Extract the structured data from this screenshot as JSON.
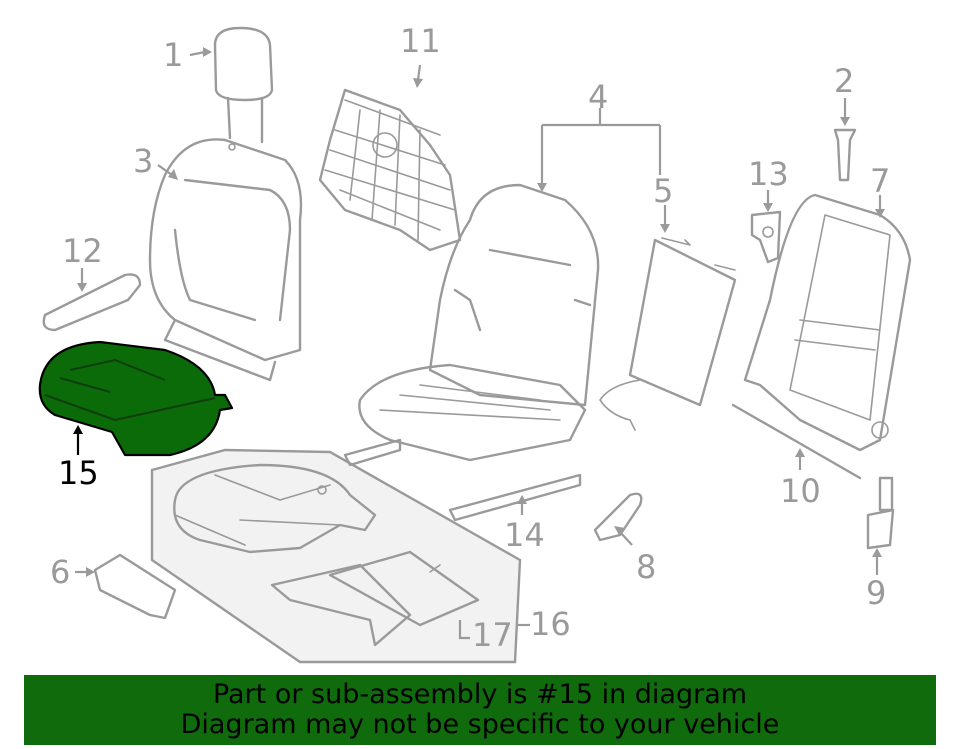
{
  "diagram": {
    "highlight_color": "#0b6b09",
    "callouts": {
      "c1": "1",
      "c2": "2",
      "c3": "3",
      "c4": "4",
      "c5": "5",
      "c6": "6",
      "c7": "7",
      "c8": "8",
      "c9": "9",
      "c10": "10",
      "c11": "11",
      "c12": "12",
      "c13": "13",
      "c14": "14",
      "c15": "15",
      "c16": "16",
      "c17": "17"
    }
  },
  "banner": {
    "line1": "Part or sub-assembly is #15 in diagram",
    "line2": "Diagram may not be specific to your vehicle",
    "color": "#0f6b0c"
  }
}
